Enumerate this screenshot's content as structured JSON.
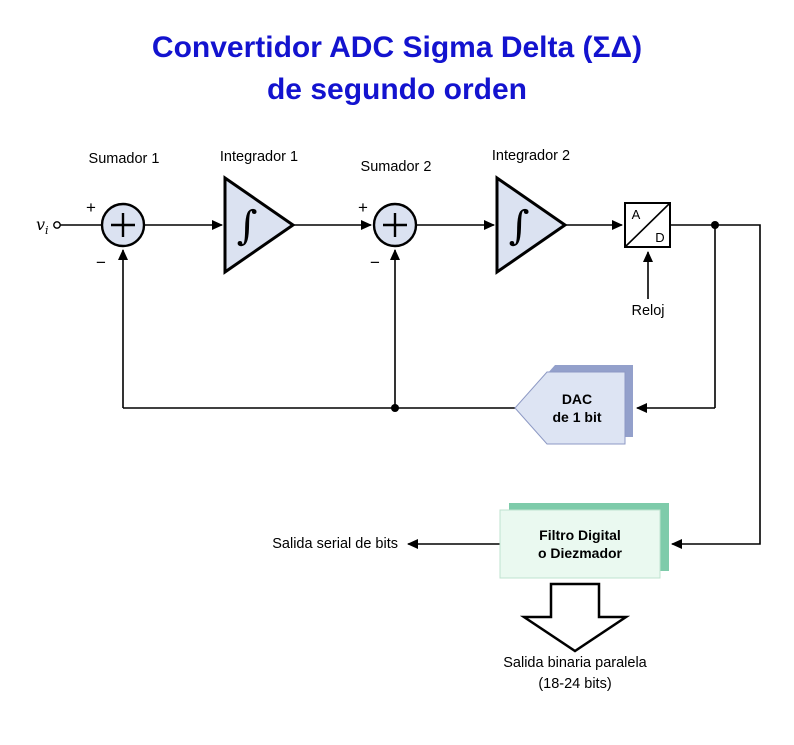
{
  "title": {
    "line1": "Convertidor ADC Sigma Delta (ΣΔ)",
    "line2": "de segundo orden"
  },
  "input": {
    "symbol": "v",
    "subscript": "i"
  },
  "blocks": {
    "sumador1": {
      "label": "Sumador 1",
      "plus": "+",
      "minus": "−"
    },
    "integrador1": {
      "label": "Integrador 1",
      "symbol": "∫"
    },
    "sumador2": {
      "label": "Sumador 2",
      "plus": "+",
      "minus": "−"
    },
    "integrador2": {
      "label": "Integrador 2",
      "symbol": "∫"
    },
    "adc": {
      "letter_a": "A",
      "letter_d": "D",
      "clock_label": "Reloj"
    },
    "dac": {
      "line1": "DAC",
      "line2": "de 1 bit"
    },
    "filtro": {
      "line1": "Filtro Digital",
      "line2": "o Diezmador"
    }
  },
  "outputs": {
    "serial": "Salida serial de bits",
    "parallel_line1": "Salida binaria paralela",
    "parallel_line2": "(18-24 bits)"
  },
  "colors": {
    "title_blue": "#1313cf",
    "block_fill": "#dbe2f1",
    "dac_fill": "#dde4f3",
    "dac_shadow": "#93a0cb",
    "filtro_fill": "#eaf9f0",
    "filtro_shadow": "#7ecbaa"
  }
}
